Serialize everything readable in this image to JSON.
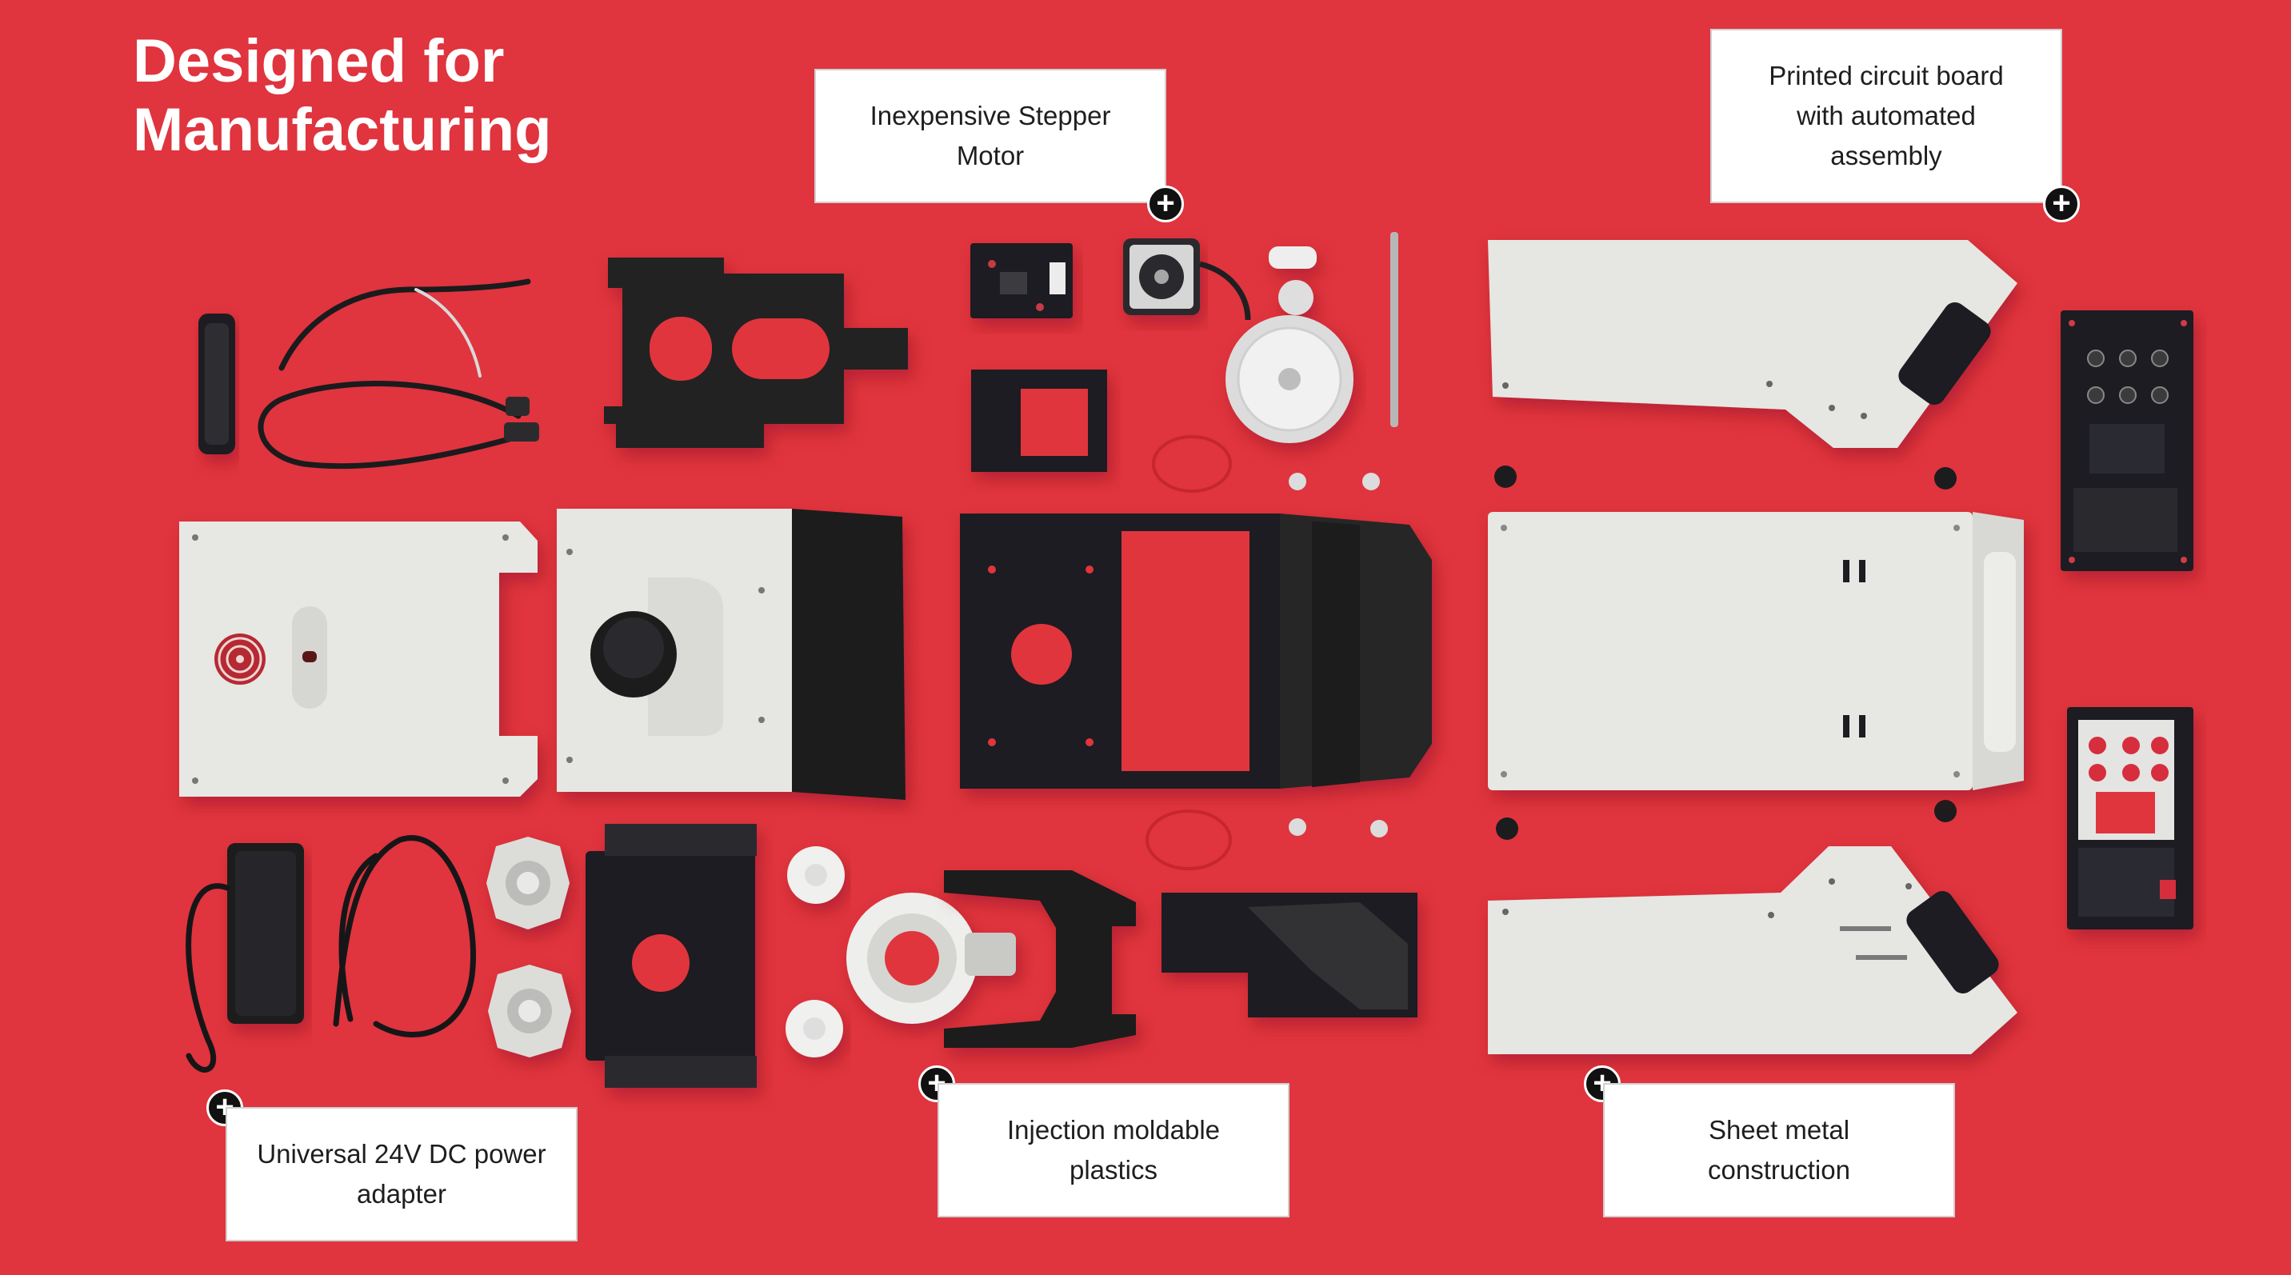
{
  "heading": {
    "line1": "Designed for",
    "line2": "Manufacturing"
  },
  "callouts": {
    "stepper": {
      "line1": "Inexpensive Stepper",
      "line2": "Motor"
    },
    "pcb": {
      "line1": "Printed circuit board",
      "line2": "with automated",
      "line3": "assembly"
    },
    "power": {
      "line1": "Universal 24V DC power",
      "line2": "adapter"
    },
    "plastics": {
      "line1": "Injection moldable",
      "line2": "plastics"
    },
    "sheet": {
      "line1": "Sheet metal",
      "line2": "construction"
    }
  },
  "plus_symbol": "+",
  "colors": {
    "background": "#e0343e",
    "sheet_metal": "#e6e6e3",
    "black_part": "#1f1f21",
    "callout_bg": "#ffffff",
    "hotspot": "#111111"
  },
  "icons": {
    "hotspot": "plus-icon",
    "fan": "fan-icon"
  }
}
